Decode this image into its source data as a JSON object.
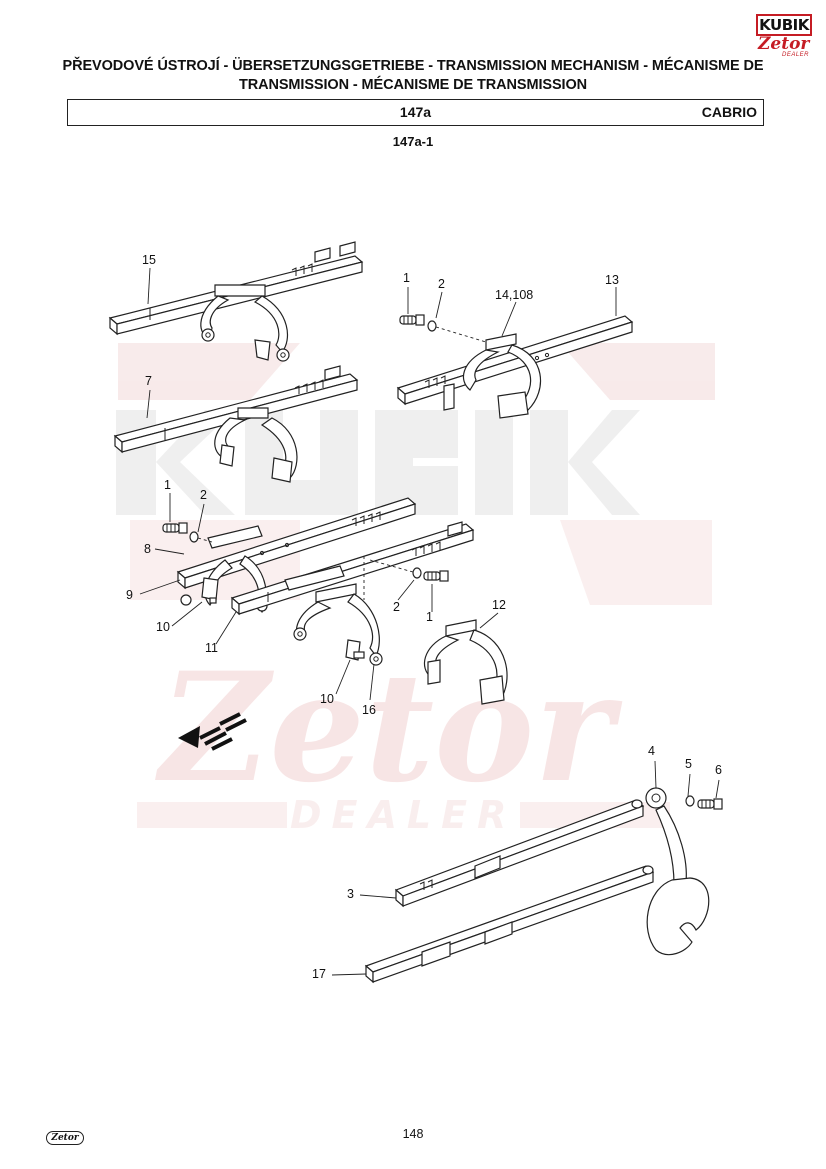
{
  "header": {
    "title_line1": "PŘEVODOVÉ ÚSTROJÍ - ÜBERSETZUNGSGETRIEBE - TRANSMISSION MECHANISM - MÉCANISME DE",
    "title_line2": "TRANSMISSION - MÉCANISME DE TRANSMISSION",
    "section_code": "147a",
    "model": "CABRIO",
    "figure_ref": "147a-1"
  },
  "brand": {
    "kubik": "KUBIK",
    "zetor": "Zetor",
    "dealer": "DEALER"
  },
  "watermark": {
    "kubik": "KUBIK",
    "zetor": "Zetor",
    "dealer": "DEALER"
  },
  "footer": {
    "logo": "Zetor",
    "page_number": "148"
  },
  "callouts": {
    "c15": "15",
    "c7": "7",
    "c1a": "1",
    "c2a": "2",
    "c14_108": "14,108",
    "c13": "13",
    "c1b": "1",
    "c2b": "2",
    "c8": "8",
    "c9": "9",
    "c10a": "10",
    "c11": "11",
    "c2c": "2",
    "c1c": "1",
    "c12": "12",
    "c10b": "10",
    "c16": "16",
    "c4": "4",
    "c5": "5",
    "c6": "6",
    "c3": "3",
    "c17": "17"
  },
  "colors": {
    "watermark_red": "#e8b8b8",
    "watermark_gray": "#d6d6d6",
    "brand_red": "#c51c24"
  }
}
